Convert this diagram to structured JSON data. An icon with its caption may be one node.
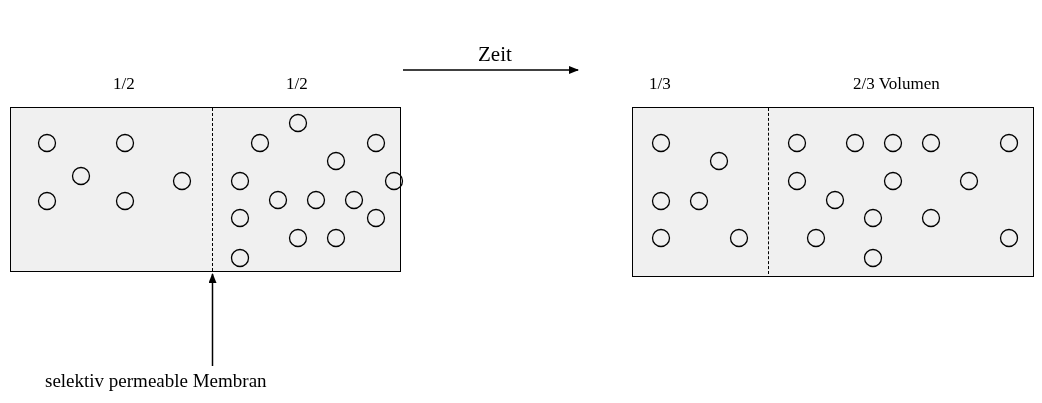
{
  "diagram": {
    "nodes": [
      {
        "text": [],
        "shape": "box"
      },
      {
        "text": [],
        "shape": "box"
      },
      {
        "text": [
          "selektiv permeable Membran"
        ]
      },
      {
        "text": [],
        "shape": "line",
        "in": 0
      }
    ],
    "edges": [
      {
        "from": 0,
        "to": 1,
        "arrow": "to",
        "label": "Zeit"
      },
      {
        "from": 2,
        "to": 3,
        "arrow": "to"
      }
    ],
    "labels": [
      "1/2",
      "1/2",
      "1/3",
      "2/3 Volumen"
    ]
  }
}
